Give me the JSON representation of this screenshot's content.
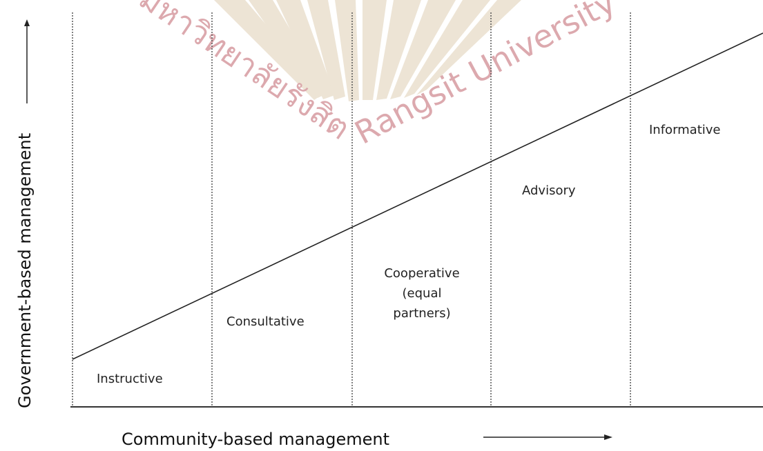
{
  "diagram": {
    "y_axis_label": "Government-based management",
    "x_axis_label": "Community-based management",
    "zones": [
      {
        "label": "Instructive"
      },
      {
        "label": "Consultative"
      },
      {
        "label": "Cooperative",
        "label_lines": [
          "Cooperative",
          "(equal",
          "partners)"
        ]
      },
      {
        "label": "Advisory"
      },
      {
        "label": "Informative"
      }
    ]
  },
  "watermark": {
    "thai_text": "มหาวิทยาลัยรังสิต",
    "english_text": "Rangsit University",
    "colors": {
      "seal": "#e7dcc7",
      "text": "#d9a0a6"
    }
  },
  "colors": {
    "line": "#222222",
    "divider": "#555555",
    "text": "#222222"
  }
}
